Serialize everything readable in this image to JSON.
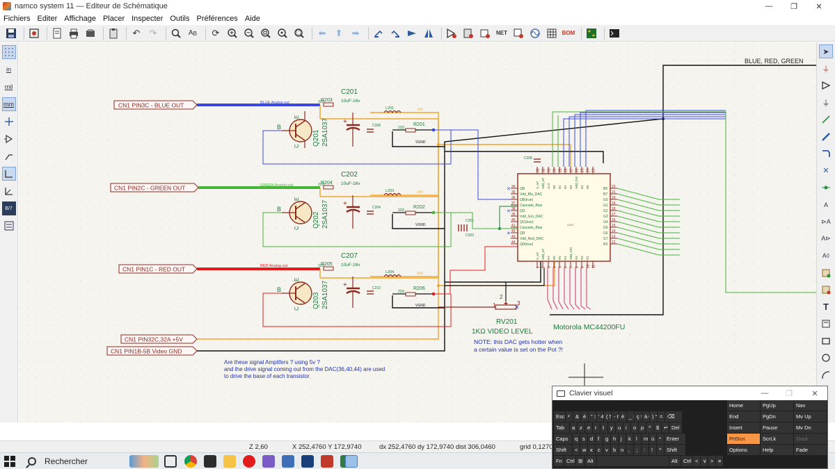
{
  "window": {
    "title": "namco system 11 — Editeur de Schématique",
    "min": "—",
    "max": "❐",
    "close": "✕"
  },
  "menu": [
    "Fichiers",
    "Editer",
    "Affichage",
    "Placer",
    "Inspecter",
    "Outils",
    "Préférences",
    "Aide"
  ],
  "left_toolbar": {
    "in": "in",
    "mil": "mil",
    "mm": "mm"
  },
  "schematic": {
    "bus_label": "BLUE, RED, GREEN",
    "labels": {
      "blue_out": "CN1 PIN3C - BLUE OUT",
      "green_out": "CN1 PIN2C - GREEN OUT",
      "red_out": "CN1 PIN1C - RED OUT",
      "plus5v": "CN1 PIN32C,32A +5V",
      "video_gnd": "CN1 PIN1B-5B Video GND"
    },
    "signal_labels": {
      "blue": "BLUE Analog out",
      "green": "GREEN Analog out",
      "red": "RED Analog out"
    },
    "transistors": [
      {
        "ref": "Q201",
        "value": "2SA1037"
      },
      {
        "ref": "Q202",
        "value": "2SA1037"
      },
      {
        "ref": "Q203",
        "value": "2SA1037"
      }
    ],
    "pin_letters": {
      "b": "B",
      "c": "C",
      "e": "E"
    },
    "capacitors": [
      {
        "ref": "C201",
        "value": "10uF-16v"
      },
      {
        "ref": "C202",
        "value": "10uF-16v"
      },
      {
        "ref": "C207",
        "value": "10uF-16v"
      }
    ],
    "small_caps": [
      "C208",
      "C204",
      "C210",
      "C206",
      "C203",
      "C205"
    ],
    "resistors": {
      "r203": "R203",
      "r201": "R201",
      "r204": "R204",
      "r202": "R202",
      "r205": "R205",
      "r206": "R206"
    },
    "r_values": {
      "r33": "33Ω",
      "r22": "22Ω"
    },
    "inductors": [
      "L201",
      "L203",
      "L204"
    ],
    "net_plus5v": "+5V",
    "net_vgnd": "VGND",
    "pot": {
      "ref": "RV201",
      "value": "1KΩ VIDEO LEVEL",
      "p1": "1",
      "p2": "2",
      "p3": "3"
    },
    "ic": {
      "name": "Motorola MC44200FU",
      "ref": "U201",
      "top_pins": [
        "33",
        "32",
        "31",
        "30",
        "29",
        "28",
        "27",
        "26",
        "25",
        "24",
        "23"
      ],
      "top_names": [
        "V_ref",
        "Vdd_ref",
        "CLK",
        "B0",
        "B1",
        "B2",
        "B3",
        "Vdd_DIG",
        "B4",
        "B5"
      ],
      "left_pins": [
        "34",
        "35",
        "36",
        "37",
        "38",
        "39",
        "40",
        "41",
        "42",
        "43",
        "44"
      ],
      "left_names": [
        "QB",
        "Vdd_Blu_DAC",
        "QB(true)",
        "Cascade_Bias",
        "QG",
        "Vdd_Grn_DAC",
        "QG(true)",
        "Cascade_Bias",
        "QR",
        "Vdd_Red_DAC",
        "QR(true)"
      ],
      "right_pins": [
        "22",
        "21",
        "20",
        "19",
        "18",
        "17",
        "16",
        "15",
        "14",
        "13",
        "12"
      ],
      "right_names": [
        "B6",
        "B7",
        "G0",
        "G1",
        "G2",
        "G3",
        "G4",
        "G5",
        "G6",
        "G7",
        "R0"
      ],
      "bottom_pins": [
        "1",
        "2",
        "3",
        "4",
        "5",
        "6",
        "7",
        "8",
        "9",
        "10",
        "11"
      ],
      "bottom_names": [
        "V_ref",
        "Vdd_ref",
        "R7",
        "R6",
        "R5",
        "R4",
        "Vdd_DIG",
        "R3",
        "R2",
        "R1"
      ]
    },
    "notes": {
      "dac_hot": [
        "NOTE: this DAC gets hotter when",
        "a certain value is set on the Pot ?!"
      ],
      "question": [
        "Are these signal Amplifers ? using 5v ?",
        "and the drive signal coming out from the DAC(36,40,44) are used",
        "to drive the base of each transistor"
      ]
    }
  },
  "status": {
    "zoom": "Z 2,60",
    "xy": "X 252,4760  Y 172,9740",
    "dxdy": "dx 252,4760  dy 172,9740  dist 306,0460",
    "grid": "grid 0,1270"
  },
  "taskbar": {
    "search": "Rechercher"
  },
  "keyboard": {
    "title": "Clavier visuel",
    "rows": [
      [
        {
          "l": "Esc",
          "w": 16
        },
        {
          "l": "²",
          "w": 10
        },
        {
          "l": "&",
          "w": 10
        },
        {
          "l": "é 2",
          "w": 10
        },
        {
          "l": "\" 3",
          "w": 10
        },
        {
          "l": "' 4",
          "w": 10
        },
        {
          "l": "( 5",
          "w": 10
        },
        {
          "l": "- 6",
          "w": 10
        },
        {
          "l": "è 7",
          "w": 10
        },
        {
          "l": "_ 8",
          "w": 10
        },
        {
          "l": "ç 9",
          "w": 10
        },
        {
          "l": "à 0",
          "w": 10
        },
        {
          "l": ") °",
          "w": 10
        },
        {
          "l": "= +",
          "w": 10
        },
        {
          "l": "⌫",
          "w": 24
        }
      ],
      [
        {
          "l": "Tab",
          "w": 22
        },
        {
          "l": "a",
          "w": 10
        },
        {
          "l": "z",
          "w": 10
        },
        {
          "l": "e",
          "w": 10
        },
        {
          "l": "r",
          "w": 10
        },
        {
          "l": "t",
          "w": 10
        },
        {
          "l": "y",
          "w": 10
        },
        {
          "l": "u",
          "w": 10
        },
        {
          "l": "i",
          "w": 10
        },
        {
          "l": "o",
          "w": 10
        },
        {
          "l": "p",
          "w": 10
        },
        {
          "l": "^",
          "w": 10
        },
        {
          "l": "$",
          "w": 10
        },
        {
          "l": "↵",
          "w": 10
        },
        {
          "l": "Del",
          "w": 18
        }
      ],
      [
        {
          "l": "Caps",
          "w": 26
        },
        {
          "l": "q",
          "w": 10
        },
        {
          "l": "s",
          "w": 10
        },
        {
          "l": "d",
          "w": 10
        },
        {
          "l": "f",
          "w": 10
        },
        {
          "l": "g",
          "w": 10
        },
        {
          "l": "h",
          "w": 10
        },
        {
          "l": "j",
          "w": 10
        },
        {
          "l": "k",
          "w": 10
        },
        {
          "l": "l",
          "w": 10
        },
        {
          "l": "m",
          "w": 10
        },
        {
          "l": "ù",
          "w": 10
        },
        {
          "l": "*",
          "w": 10
        },
        {
          "l": "Enter",
          "w": 30
        }
      ],
      [
        {
          "l": "Shift",
          "w": 26
        },
        {
          "l": "<",
          "w": 10
        },
        {
          "l": "w",
          "w": 10
        },
        {
          "l": "x",
          "w": 10
        },
        {
          "l": "c",
          "w": 10
        },
        {
          "l": "v",
          "w": 10
        },
        {
          "l": "b",
          "w": 10
        },
        {
          "l": "n",
          "w": 10
        },
        {
          "l": ",",
          "w": 10
        },
        {
          "l": ";",
          "w": 10
        },
        {
          "l": ":",
          "w": 10
        },
        {
          "l": "!",
          "w": 10
        },
        {
          "l": "^",
          "w": 10
        },
        {
          "l": "Shift",
          "w": 30
        }
      ],
      [
        {
          "l": "Fn",
          "w": 14
        },
        {
          "l": "Ctrl",
          "w": 16
        },
        {
          "l": "⊞",
          "w": 12
        },
        {
          "l": "Alt",
          "w": 16
        },
        {
          "l": "",
          "w": 103
        },
        {
          "l": "Alt",
          "w": 16
        },
        {
          "l": "Ctrl",
          "w": 16
        },
        {
          "l": "<",
          "w": 10
        },
        {
          "l": "∨",
          "w": 10
        },
        {
          "l": ">",
          "w": 10
        },
        {
          "l": "≡",
          "w": 10
        }
      ]
    ],
    "nav": [
      [
        "Home",
        "PgUp",
        "Nav"
      ],
      [
        "End",
        "PgDn",
        "Mv Up"
      ],
      [
        "Insert",
        "Pause",
        "Mv Dn"
      ],
      [
        "PrtScn",
        "ScrLk",
        "Dock"
      ],
      [
        "Options",
        "Help",
        "Fade"
      ]
    ]
  },
  "colors": {
    "blue_wire": "#3b48e0",
    "green_wire": "#46b437",
    "red_wire": "#e21c1c",
    "plus5v_wire": "#f0a32f",
    "dark_red": "#8c2a1f",
    "wire_green_dark": "#1a7a3a",
    "key_highlight": "#f79646"
  }
}
